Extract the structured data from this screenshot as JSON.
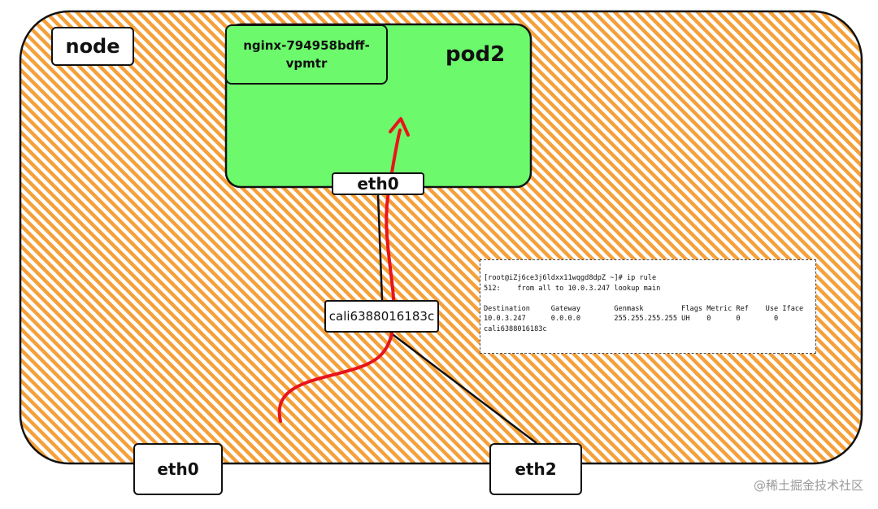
{
  "labels": {
    "node": "node",
    "pod_name": "nginx-794958bdff-vpmtr",
    "pod_title": "pod2",
    "pod_eth0": "eth0",
    "cali": "cali6388016183c",
    "host_eth0": "eth0",
    "host_eth2": "eth2"
  },
  "terminal": {
    "lines": [
      "[root@iZj6ce3j6ldxx11wqgd8dpZ ~]# ip rule",
      "512:    from all to 10.0.3.247 lookup main",
      "",
      "Destination     Gateway        Genmask         Flags Metric Ref    Use Iface",
      "10.0.3.247      0.0.0.0        255.255.255.255 UH    0      0        0",
      "cali6388016183c"
    ]
  },
  "watermark": "@稀土掘金技术社区",
  "colors": {
    "node_fill_stripe": "#f5a03a",
    "pod_fill": "#6cf96c",
    "arrow": "#e8141c",
    "border": "#111111"
  },
  "icons": {
    "pod_corner_marker": "small-dot"
  }
}
